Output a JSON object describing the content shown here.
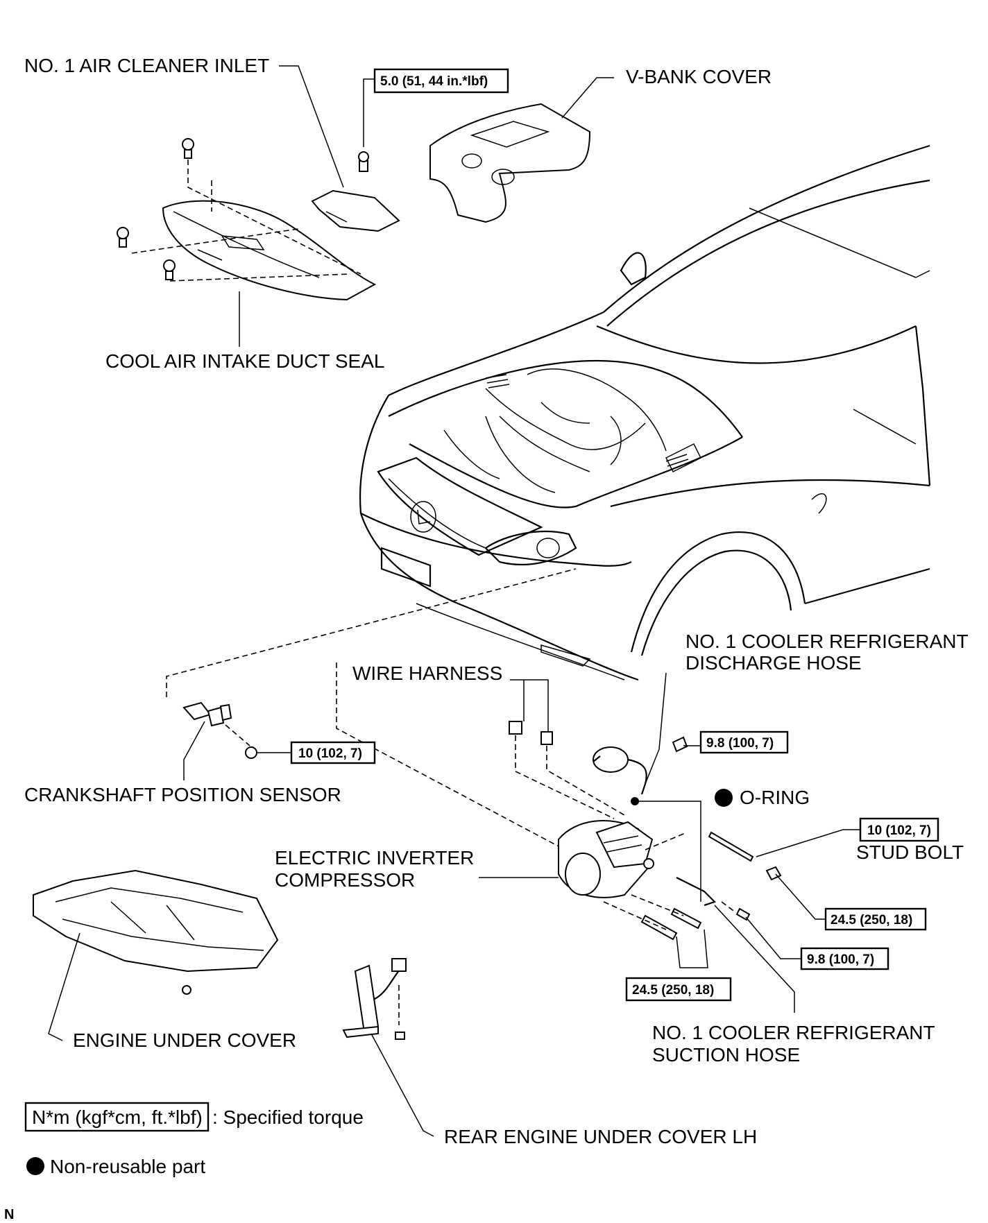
{
  "labels": {
    "air_cleaner_inlet": "NO. 1 AIR CLEANER INLET",
    "v_bank_cover": "V-BANK COVER",
    "cool_air_seal": "COOL AIR INTAKE DUCT SEAL",
    "discharge_hose_1": "NO. 1 COOLER REFRIGERANT",
    "discharge_hose_2": "DISCHARGE HOSE",
    "wire_harness": "WIRE HARNESS",
    "crankshaft_sensor": "CRANKSHAFT POSITION SENSOR",
    "o_ring": "O-RING",
    "compressor_1": "ELECTRIC INVERTER",
    "compressor_2": "COMPRESSOR",
    "stud_bolt": "STUD BOLT",
    "engine_under_cover": "ENGINE UNDER COVER",
    "suction_hose_1": "NO. 1 COOLER REFRIGERANT",
    "suction_hose_2": "SUCTION HOSE",
    "rear_under_cover": "REAR ENGINE UNDER COVER LH",
    "corner_mark": "N"
  },
  "torques": {
    "inlet": "5.0 (51, 44 in.*lbf)",
    "sensor": "10 (102, 7)",
    "discharge": "9.8 (100, 7)",
    "stud": "10 (102, 7)",
    "nut": "24.5 (250, 18)",
    "suction": "9.8 (100, 7)",
    "bolts": "24.5 (250, 18)"
  },
  "legend": {
    "torque_unit": "N*m (kgf*cm, ft.*lbf)",
    "torque_desc": ": Specified torque",
    "non_reusable": "Non-reusable part"
  }
}
